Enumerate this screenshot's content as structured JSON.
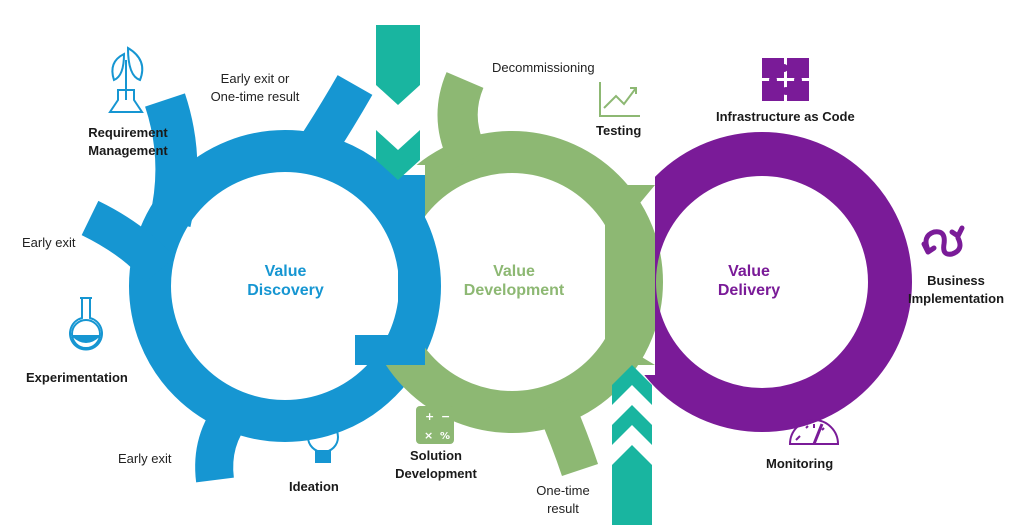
{
  "colors": {
    "discovery": "#1696D2",
    "development": "#8DB873",
    "delivery": "#7A1B98",
    "teal": "#19B5A0"
  },
  "loops": {
    "discovery": {
      "line1": "Value",
      "line2": "Discovery"
    },
    "development": {
      "line1": "Value",
      "line2": "Development"
    },
    "delivery": {
      "line1": "Value",
      "line2": "Delivery"
    }
  },
  "labels": {
    "early_exit_onetime": {
      "line1": "Early exit or",
      "line2": "One-time result"
    },
    "early_exit_left": "Early exit",
    "early_exit_bottom": "Early exit",
    "decommissioning": "Decommissioning",
    "onetime_result": {
      "line1": "One-time",
      "line2": "result"
    }
  },
  "icons": {
    "requirement": {
      "icon": "plant-in-flask-icon",
      "line1": "Requirement",
      "line2": "Management"
    },
    "experimentation": {
      "icon": "lab-flask-icon",
      "label": "Experimentation"
    },
    "ideation": {
      "icon": "lightbulb-icon",
      "label": "Ideation"
    },
    "solution": {
      "icon": "calculator-icon",
      "line1": "Solution",
      "line2": "Development"
    },
    "testing": {
      "icon": "line-chart-icon",
      "label": "Testing"
    },
    "infrastructure": {
      "icon": "puzzle-icon",
      "label": "Infrastructure as Code"
    },
    "business": {
      "icon": "infinity-arrows-icon",
      "line1": "Business",
      "line2": "Implementation"
    },
    "monitoring": {
      "icon": "gauge-icon",
      "label": "Monitoring"
    }
  }
}
